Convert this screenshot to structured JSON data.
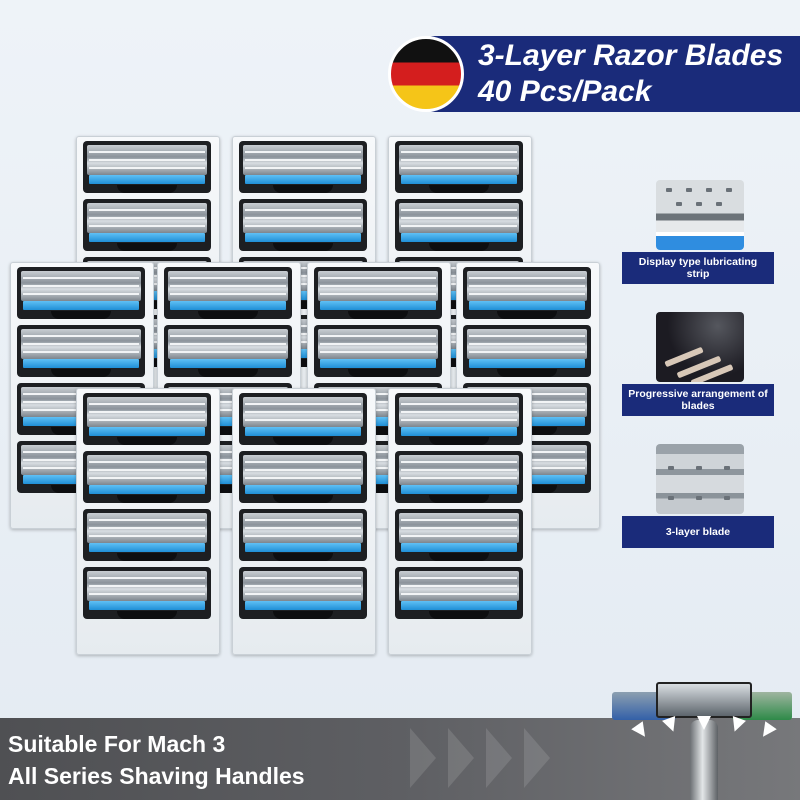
{
  "banner": {
    "title": "3-Layer Razor Blades",
    "subtitle": "40 Pcs/Pack",
    "flag_colors": [
      "#111111",
      "#d41e1e",
      "#f5c518"
    ]
  },
  "features": [
    {
      "label": "Display type lubricating strip",
      "icon": "lubricating-strip-closeup"
    },
    {
      "label": "Progressive arrangement of blades",
      "icon": "blade-arrangement-closeup"
    },
    {
      "label": "3-layer blade",
      "icon": "three-layer-blade-closeup"
    }
  ],
  "bottom": {
    "line1": "Suitable For Mach 3",
    "line2": "All Series Shaving Handles"
  },
  "colors": {
    "banner": "#1a2b7a",
    "blue_strip": "#1f8fd6",
    "bottom_bar": "#5e5f63"
  }
}
